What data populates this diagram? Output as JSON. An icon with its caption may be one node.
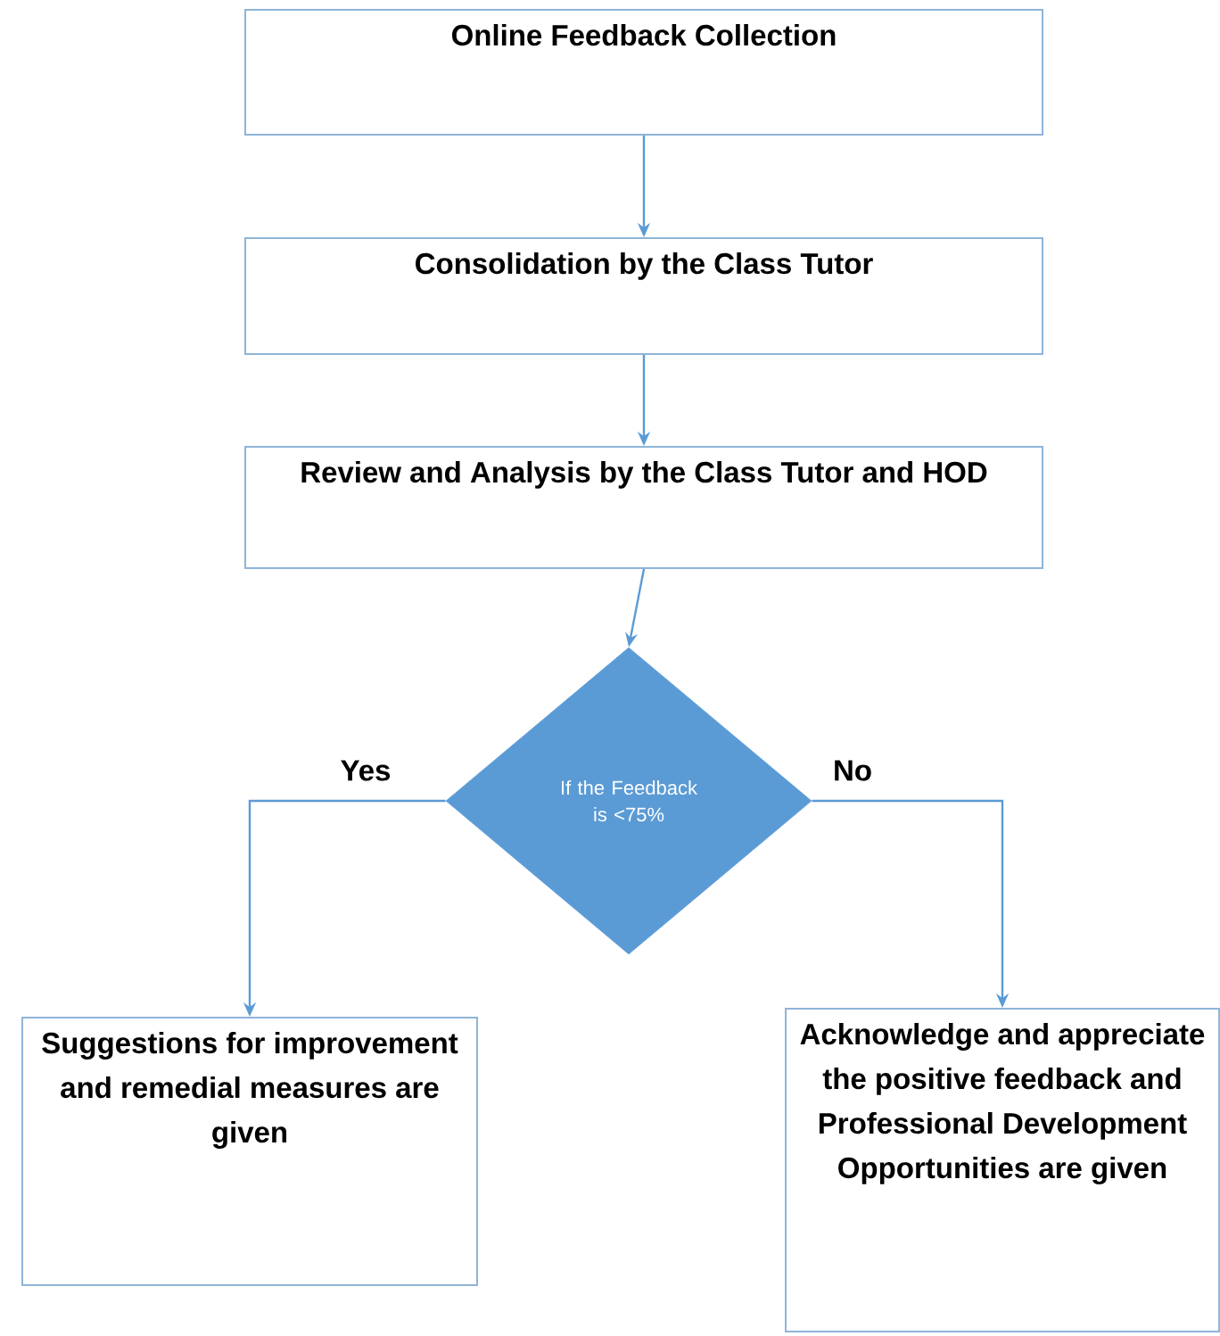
{
  "diagram": {
    "nodes": [
      {
        "text": [
          "Online Feedback Collection"
        ]
      },
      {
        "text": [
          "Consolidation by the Class Tutor"
        ]
      },
      {
        "text": [
          "Review and Analysis by the Class Tutor and HOD"
        ]
      },
      {
        "text": [
          "If the Feedback is <75%"
        ]
      },
      {
        "text": [
          "Suggestions for improvement and remedial measures are given"
        ]
      },
      {
        "text": [
          "Acknowledge and appreciate the positive feedback and Professional Development Opportunities are given"
        ]
      }
    ],
    "edges": [
      {
        "from": 0,
        "to": 1,
        "arrow": "to"
      },
      {
        "from": 1,
        "to": 2,
        "arrow": "to"
      },
      {
        "from": 2,
        "to": 3,
        "arrow": "to"
      },
      {
        "from": 3,
        "to": 4,
        "arrow": "to",
        "label": "Yes"
      },
      {
        "from": 3,
        "to": 5,
        "arrow": "to",
        "label": "No"
      }
    ]
  }
}
